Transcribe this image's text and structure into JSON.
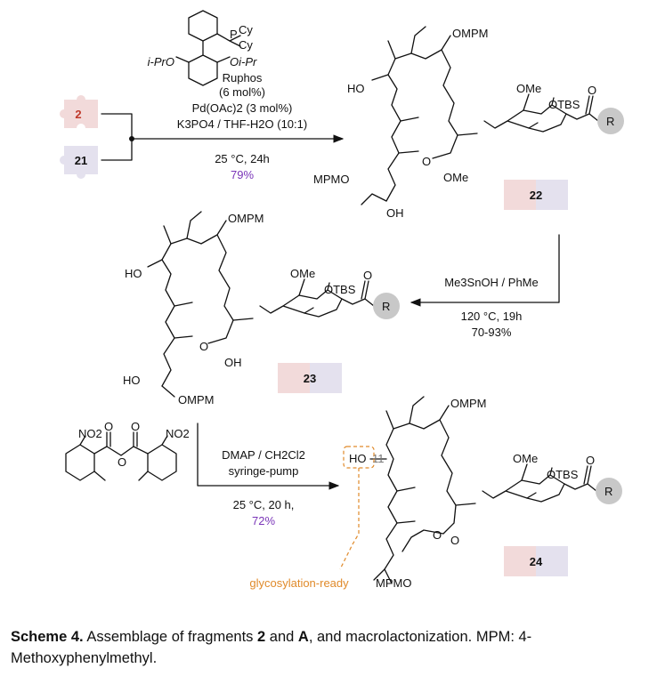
{
  "top": {
    "fragment_a": "2",
    "fragment_b": "21",
    "ligand_substituents": [
      "Cy",
      "Cy",
      "P",
      "i-PrO",
      "Oi-Pr"
    ],
    "conditions": [
      "Ruphos",
      "(6 mol%)",
      "Pd(OAc)2 (3 mol%)",
      "K3PO4 / THF-H2O (10:1)"
    ],
    "temp_time": "25 °C, 24h",
    "yield": "79%",
    "product": "22"
  },
  "middle": {
    "reagents": "Me3SnOH / PhMe",
    "temp_time": "120 °C, 19h",
    "yield": "70-93%",
    "product": "23"
  },
  "bottom": {
    "reagent_groups": [
      "NO2",
      "NO2"
    ],
    "conditions": [
      "DMAP / CH2Cl2",
      "syringe-pump"
    ],
    "temp_time": "25 °C, 20 h,",
    "yield": "72%",
    "position_label": "11",
    "note": "glycosylation-ready",
    "product": "24"
  },
  "labels": {
    "ompm": "OMPM",
    "mpmo": "MPMO",
    "ho": "HO",
    "oh": "OH",
    "ome": "OMe",
    "otbs": "OTBS",
    "o": "O",
    "r": "R"
  },
  "colors": {
    "yield": "#7a35b8",
    "note": "#e08a2a",
    "puzzle_red": "#f2dada",
    "puzzle_blue": "#e4e1ee",
    "r_circle": "#c8c8c8"
  },
  "caption": {
    "lead": "Scheme 4.",
    "text_1": " Assemblage of fragments ",
    "num_1": "2",
    "text_2": " and ",
    "num_2": "A",
    "text_3": ", and macrolactonization. MPM: 4-Methoxyphenylmethyl."
  }
}
